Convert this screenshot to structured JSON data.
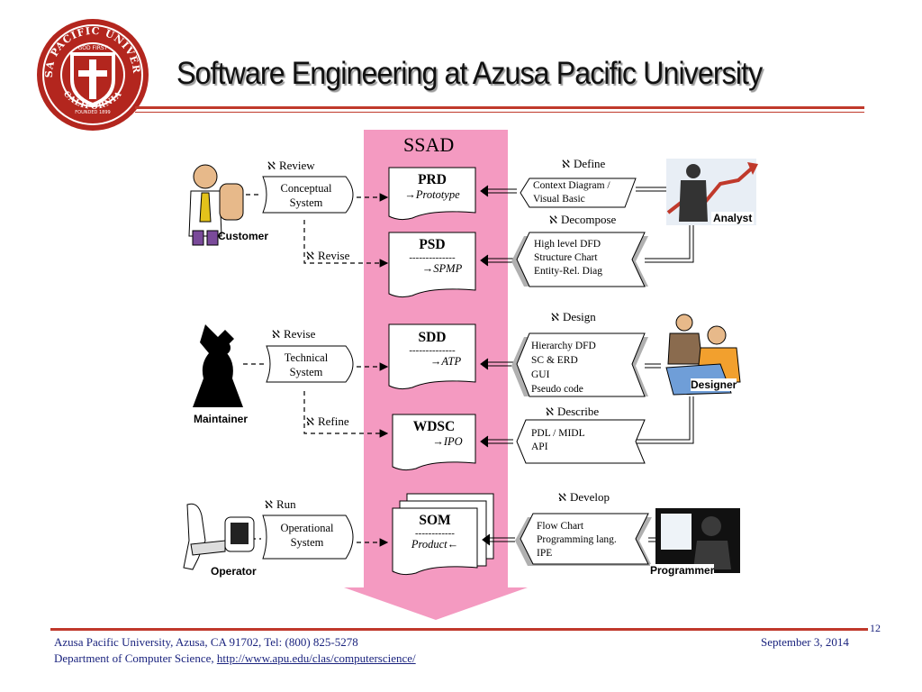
{
  "slide": {
    "title": "Software Engineering at Azusa Pacific University",
    "page_number": "12",
    "date": "September 3, 2014"
  },
  "logo": {
    "ring_text": "AZUSA PACIFIC UNIVERSITY",
    "motto": "GOD FIRST",
    "founded": "FOUNDED 1899",
    "location": "CALIFORNIA"
  },
  "diagram": {
    "center_label": "SSAD",
    "left_flags": [
      {
        "verb": "Review",
        "lines": [
          "Conceptual",
          "System"
        ]
      },
      {
        "verb": "Revise",
        "lines": [
          "Technical",
          "System"
        ]
      },
      {
        "verb": "Run",
        "lines": [
          "Operational",
          "System"
        ]
      }
    ],
    "loop_labels": [
      "Revise",
      "Refine"
    ],
    "documents": [
      {
        "title": "PRD",
        "dashes": "",
        "sub": "→Prototype"
      },
      {
        "title": "PSD",
        "dashes": "--------------",
        "sub": "→SPMP"
      },
      {
        "title": "SDD",
        "dashes": "--------------",
        "sub": "→ATP"
      },
      {
        "title": "WDSC",
        "dashes": "",
        "sub": "→IPO"
      },
      {
        "title": "SOM",
        "dashes": "------------",
        "sub": "Product←"
      }
    ],
    "right_flags": [
      {
        "verb": "Define",
        "lines": [
          "Context Diagram /",
          "Visual Basic"
        ]
      },
      {
        "verb": "Decompose",
        "lines": [
          "High level DFD",
          "Structure Chart",
          "Entity-Rel. Diag"
        ]
      },
      {
        "verb": "Design",
        "lines": [
          "Hierarchy DFD",
          "SC & ERD",
          "GUI",
          "Pseudo code"
        ]
      },
      {
        "verb": "Describe",
        "lines": [
          "PDL / MIDL",
          "API"
        ]
      },
      {
        "verb": "Develop",
        "lines": [
          "Flow Chart",
          "Programming lang.",
          "IPE"
        ]
      }
    ],
    "roles": {
      "customer": "Customer",
      "maintainer": "Maintainer",
      "operator": "Operator",
      "analyst": "Analyst",
      "designer": "Designer",
      "programmer": "Programmer"
    }
  },
  "footer": {
    "line1": "Azusa Pacific University, Azusa, CA 91702, Tel:  (800) 825-5278",
    "line2_prefix": "Department of Computer Science, ",
    "link_text": "http://www.apu.edu/clas/computerscience/"
  },
  "colors": {
    "accent_red": "#c0392b",
    "arrow_pink": "#f49ac1",
    "footer_blue": "#1a237e"
  }
}
